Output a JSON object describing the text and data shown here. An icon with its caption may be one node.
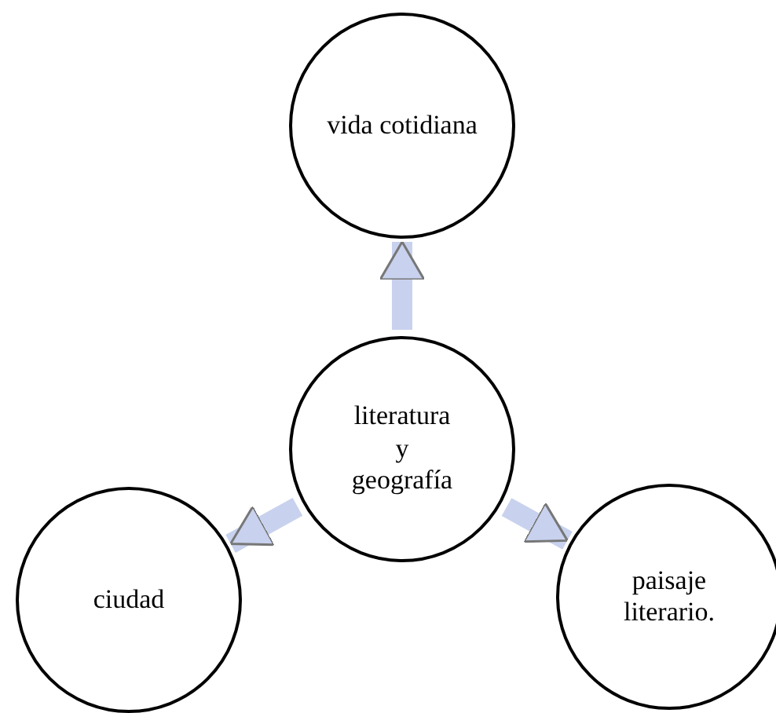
{
  "diagram": {
    "nodes": [
      {
        "text": [
          "vida cotidiana"
        ]
      },
      {
        "text": [
          "literatura y geografía"
        ]
      },
      {
        "text": [
          "ciudad"
        ]
      },
      {
        "text": [
          "paisaje literario."
        ]
      }
    ],
    "edges": [
      {
        "from": 1,
        "to": 0,
        "arrow": "to"
      },
      {
        "from": 1,
        "to": 2,
        "arrow": "to"
      },
      {
        "from": 1,
        "to": 3,
        "arrow": "to"
      }
    ]
  }
}
